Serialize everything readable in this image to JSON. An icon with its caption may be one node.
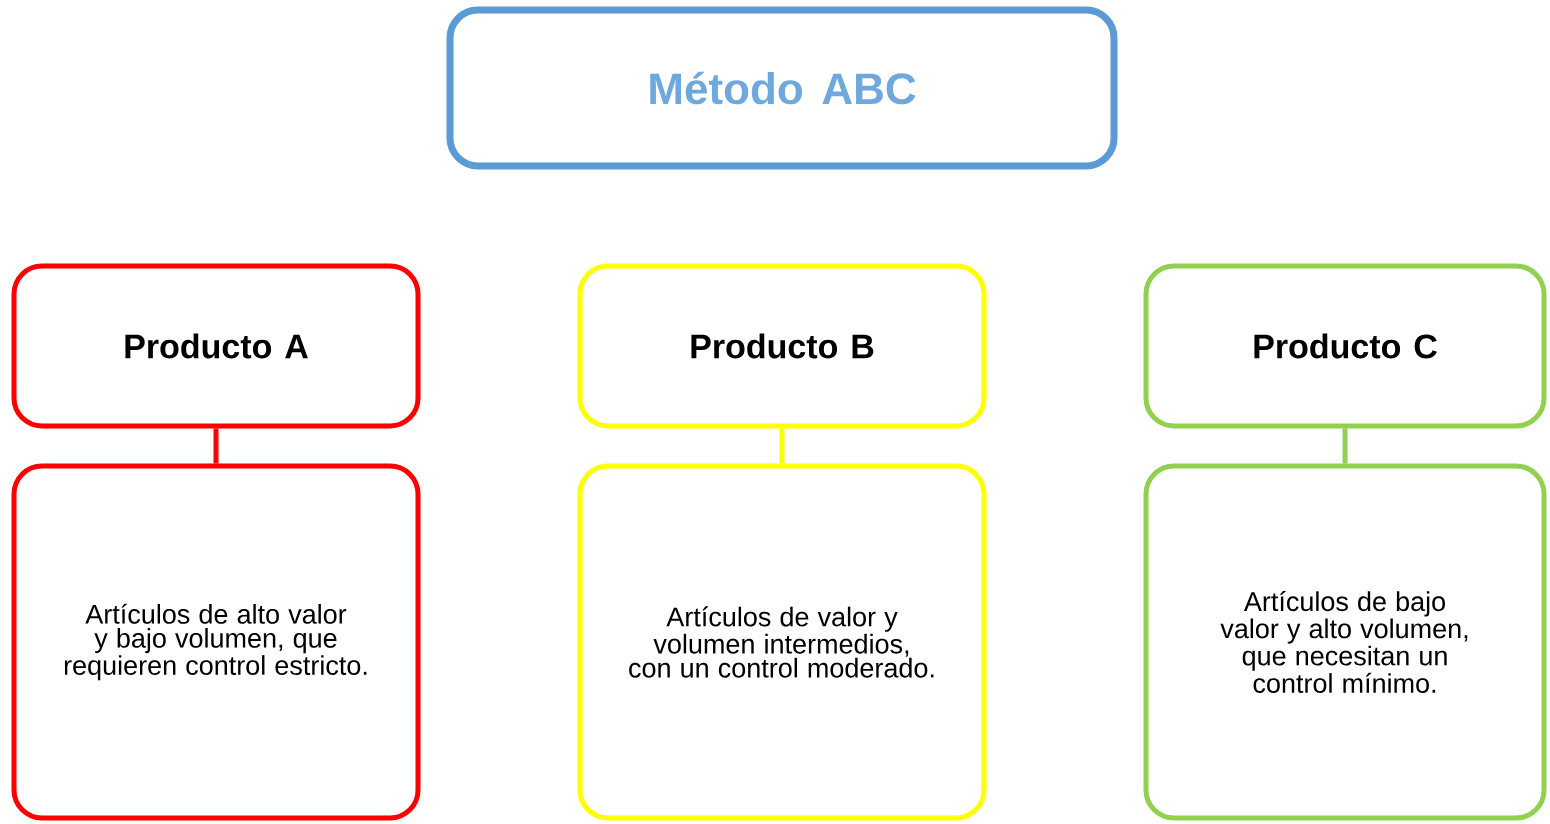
{
  "diagram": {
    "nodes": [
      {
        "text": [
          "Método ABC"
        ]
      },
      {
        "text": [
          "Producto A"
        ]
      },
      {
        "text": [
          "Artículos de alto valor y bajo volumen, que requieren control estricto."
        ]
      },
      {
        "text": [
          "Producto B"
        ]
      },
      {
        "text": [
          "Artículos de valor y volumen intermedios, con un control moderado."
        ]
      },
      {
        "text": [
          "Producto C"
        ]
      },
      {
        "text": [
          "Artículos de bajo valor y alto volumen, que necesitan un control mínimo."
        ]
      }
    ],
    "edges": [
      {
        "from": 1,
        "to": 2,
        "arrow": "none",
        "color": "#ff0000"
      },
      {
        "from": 3,
        "to": 4,
        "arrow": "none",
        "color": "#ffff00"
      },
      {
        "from": 5,
        "to": 6,
        "arrow": "none",
        "color": "#92d050"
      }
    ]
  }
}
